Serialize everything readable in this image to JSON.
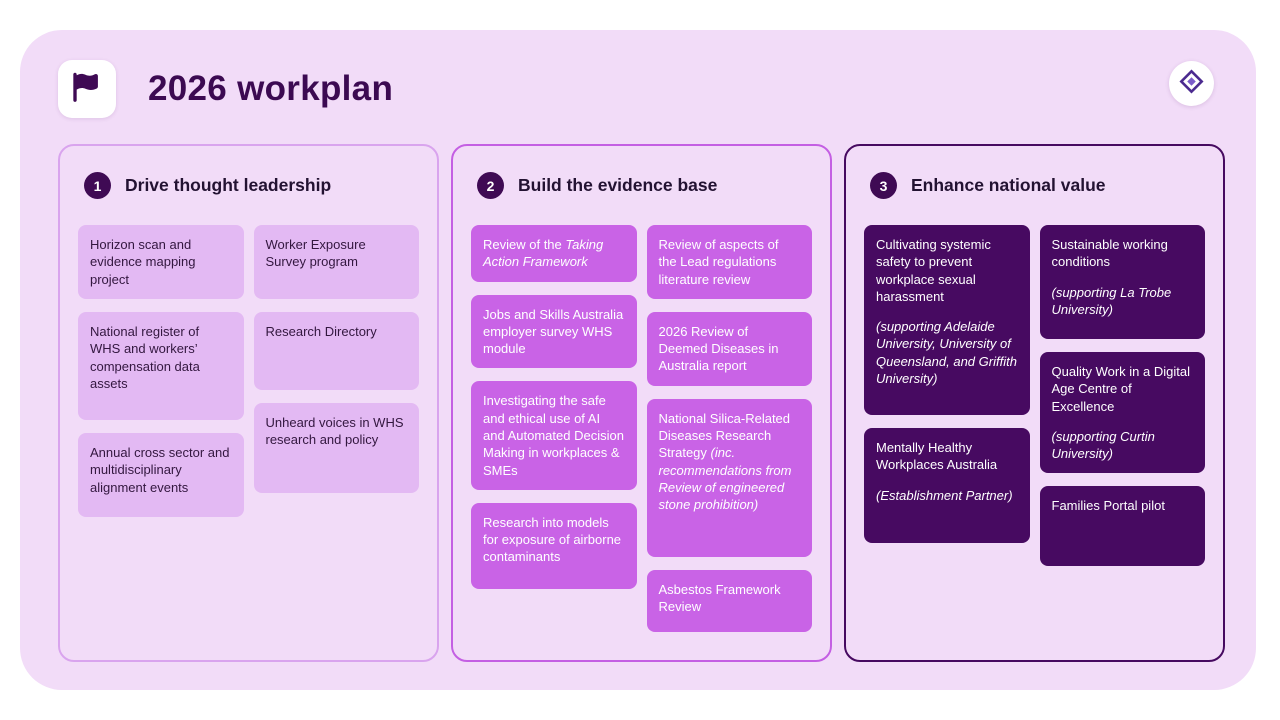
{
  "header": {
    "title": "2026 workplan"
  },
  "colors": {
    "panel_bg": "#f2dcf8",
    "card_light": "#e3b9f3",
    "card_medium": "#c963e6",
    "card_dark": "#470a61",
    "accent_dark": "#3f0a54",
    "border_col1": "#d9a4ee",
    "border_col2": "#c45fe3",
    "border_col3": "#470a61"
  },
  "icons": {
    "header_icon": "flag-icon",
    "corner_logo": "diamond-logo-icon"
  },
  "columns": [
    {
      "number": "1",
      "heading": "Drive thought leadership",
      "left_cards": [
        {
          "text": "Horizon scan and evidence mapping project"
        },
        {
          "text": "National register of WHS and workers’ compensation data assets"
        },
        {
          "text": "Annual cross sector and multidisciplinary alignment events"
        }
      ],
      "right_cards": [
        {
          "text": "Worker Exposure Survey program"
        },
        {
          "text": "Research Directory"
        },
        {
          "text": "Unheard voices in WHS research and policy"
        }
      ]
    },
    {
      "number": "2",
      "heading": "Build the evidence base",
      "left_cards": [
        {
          "text": "Review of the ",
          "italic": "Taking Action Framework"
        },
        {
          "text": "Jobs and Skills Australia employer survey WHS module"
        },
        {
          "text": "Investigating the safe and ethical use of AI and Automated Decision Making in workplaces & SMEs"
        },
        {
          "text": "Research into models for exposure of airborne contaminants"
        }
      ],
      "right_cards": [
        {
          "text": "Review of aspects of the Lead regulations literature review"
        },
        {
          "text": "2026 Review of Deemed Diseases in Australia report"
        },
        {
          "text": "National Silica-Related Diseases Research Strategy ",
          "italic": "(inc. recommendations from Review of engineered stone prohibition)"
        },
        {
          "text": "Asbestos Framework Review"
        }
      ]
    },
    {
      "number": "3",
      "heading": "Enhance national value",
      "left_cards": [
        {
          "text": "Cultivating systemic safety to prevent workplace sexual harassment",
          "italic": "(supporting Adelaide University, University of Queensland, and Griffith University)"
        },
        {
          "text": "Mentally Healthy Workplaces Australia",
          "italic": "(Establishment Partner)"
        }
      ],
      "right_cards": [
        {
          "text": "Sustainable working conditions",
          "italic": "(supporting La Trobe University)"
        },
        {
          "text": "Quality Work in a Digital Age Centre of Excellence",
          "italic": "(supporting Curtin University)"
        },
        {
          "text": "Families Portal pilot"
        }
      ]
    }
  ]
}
